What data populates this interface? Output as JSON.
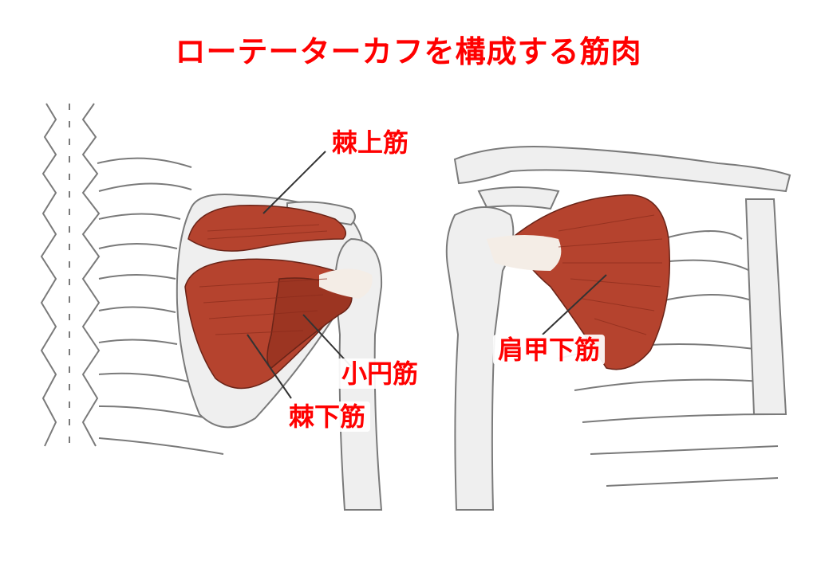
{
  "title": "ローテーターカフを構成する筋肉",
  "labels": {
    "supraspinatus": "棘上筋",
    "teres_minor": "小円筋",
    "infraspinatus": "棘下筋",
    "subscapularis": "肩甲下筋"
  },
  "colors": {
    "title": "#ff0000",
    "label": "#ff0000",
    "muscle": "#b5432e",
    "muscle_dark": "#8a2b1b",
    "tendon": "#f4ede6",
    "bone": "#efefef",
    "bone_line": "#7a7a7a",
    "leader_line": "#333333"
  },
  "views": {
    "left": "posterior-shoulder-view",
    "right": "anterior-shoulder-view"
  }
}
